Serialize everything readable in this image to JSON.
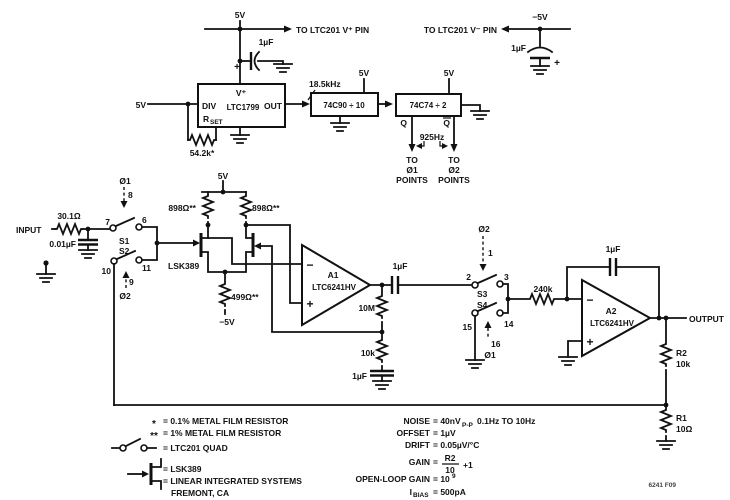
{
  "osc": {
    "v5": "5V",
    "cap1uf": "1µF",
    "plus": "+",
    "to_vplus": "TO LTC201 V⁺ PIN",
    "neg5": "−5V",
    "to_vminus": "TO LTC201 V⁻ PIN",
    "vplus": "V⁺",
    "div": "DIV",
    "part": "LTC1799",
    "out": "OUT",
    "rset_r": "R",
    "rset_sub": "SET",
    "rset_val": "54.2k*",
    "freq": "18.5kHz",
    "counter": "74C90 ÷ 10",
    "ff": "74C74 ÷ 2",
    "q": "Q",
    "qbar": "Q",
    "freq2": "925Hz",
    "to": "TO",
    "phi1": "Ø1",
    "phi2": "Ø2",
    "points": "POINTS"
  },
  "fe": {
    "input": "INPUT",
    "rin": "30.1Ω",
    "cin": "0.01µF",
    "p7": "7",
    "p6": "6",
    "p8": "8",
    "p9": "9",
    "p10": "10",
    "p11": "11",
    "s1": "S1",
    "s2": "S2",
    "phi1": "Ø1",
    "phi2": "Ø2",
    "v5": "5V",
    "rd": "898Ω**",
    "rs": "499Ω**",
    "neg5": "−5V",
    "jfet": "LSK389"
  },
  "a1": {
    "name": "A1",
    "part": "LTC6241HV",
    "minus": "−",
    "plus": "+",
    "cout": "1µF",
    "rfb": "10M",
    "rg": "10k",
    "cg": "1µF"
  },
  "sw": {
    "s3": "S3",
    "s4": "S4",
    "p1": "1",
    "p2": "2",
    "p3": "3",
    "p14": "14",
    "p15": "15",
    "p16": "16",
    "phi1": "Ø1",
    "phi2": "Ø2",
    "r": "240k"
  },
  "a2": {
    "name": "A2",
    "part": "LTC6241HV",
    "minus": "−",
    "plus": "+",
    "cfb": "1µF",
    "out": "OUTPUT",
    "r2": "R2",
    "r2v": "10k",
    "r1": "R1",
    "r1v": "10Ω"
  },
  "legend": {
    "star": "*",
    "star_txt": "= 0.1% METAL FILM RESISTOR",
    "dstar": "**",
    "dstar_txt": "= 1% METAL FILM RESISTOR",
    "sw_txt": "= LTC201 QUAD",
    "jfet_txt": "= LSK389",
    "lis_txt": "= LINEAR INTEGRATED SYSTEMS",
    "lis_txt2": "FREMONT, CA"
  },
  "specs": {
    "noise_l": "NOISE",
    "noise_v": "= 40nV",
    "noise_sub": "P-P",
    "noise_v2": "0.1Hz TO 10Hz",
    "offset_l": "OFFSET",
    "offset_v": "= 1µV",
    "drift_l": "DRIFT",
    "drift_v": "= 0.05µV/°C",
    "gain_l": "GAIN",
    "gain_eq": "=",
    "gain_num": "R2",
    "gain_den": "10",
    "gain_plus": "+1",
    "ol_l": "OPEN-LOOP GAIN",
    "ol_v": "= 10",
    "ol_sup": "9",
    "ib_i": "I",
    "ib_sub": "BIAS",
    "ib_v": "= 500pA"
  },
  "fig": "6241 F09"
}
